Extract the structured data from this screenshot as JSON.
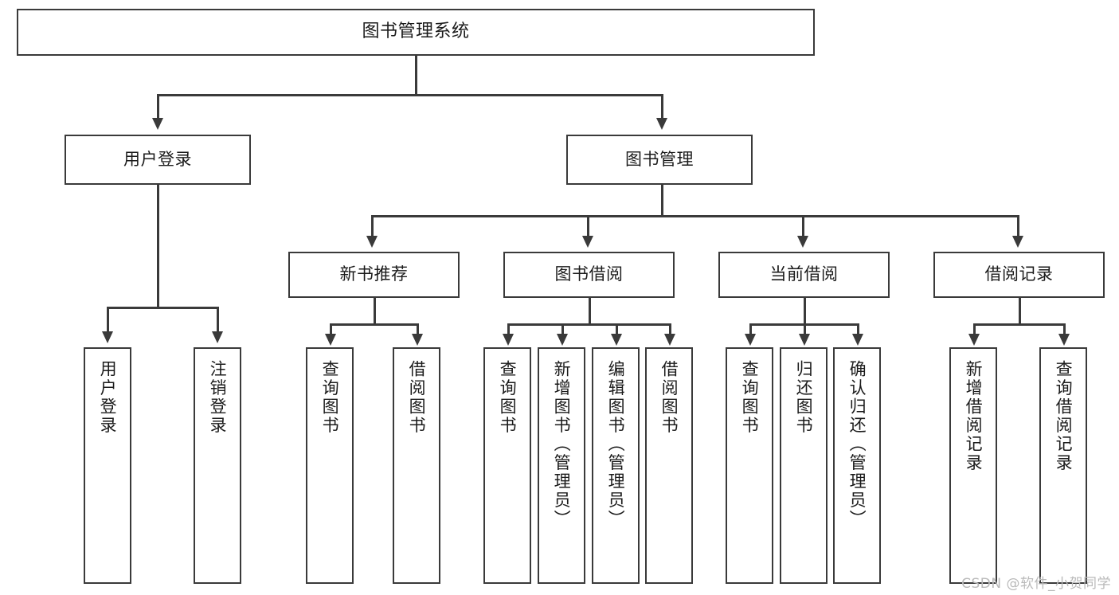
{
  "diagram": {
    "title": "图书管理系统",
    "type": "tree-hierarchy-diagram",
    "watermark": "CSDN @软件_小贺同学",
    "colors": {
      "box_border": "#3a3a3a",
      "box_fill": "#ffffff",
      "line": "#3a3a3a",
      "text": "#1b1b1b",
      "watermark": "#b9b9b9"
    },
    "root": {
      "label": "图书管理系统"
    },
    "level2": [
      {
        "label": "用户登录"
      },
      {
        "label": "图书管理"
      }
    ],
    "level3": [
      {
        "label": "新书推荐"
      },
      {
        "label": "图书借阅"
      },
      {
        "label": "当前借阅"
      },
      {
        "label": "借阅记录"
      }
    ],
    "leaves": {
      "user_login": [
        {
          "label": "用户登录"
        },
        {
          "label": "注销登录"
        }
      ],
      "new_book_recommend": [
        {
          "label": "查询图书"
        },
        {
          "label": "借阅图书"
        }
      ],
      "book_borrow": [
        {
          "label": "查询图书"
        },
        {
          "label": "新增图书（管理员）"
        },
        {
          "label": "编辑图书（管理员）"
        },
        {
          "label": "借阅图书"
        }
      ],
      "current_borrow": [
        {
          "label": "查询图书"
        },
        {
          "label": "归还图书"
        },
        {
          "label": "确认归还（管理员）"
        }
      ],
      "borrow_records": [
        {
          "label": "新增借阅记录"
        },
        {
          "label": "查询借阅记录"
        }
      ]
    }
  }
}
